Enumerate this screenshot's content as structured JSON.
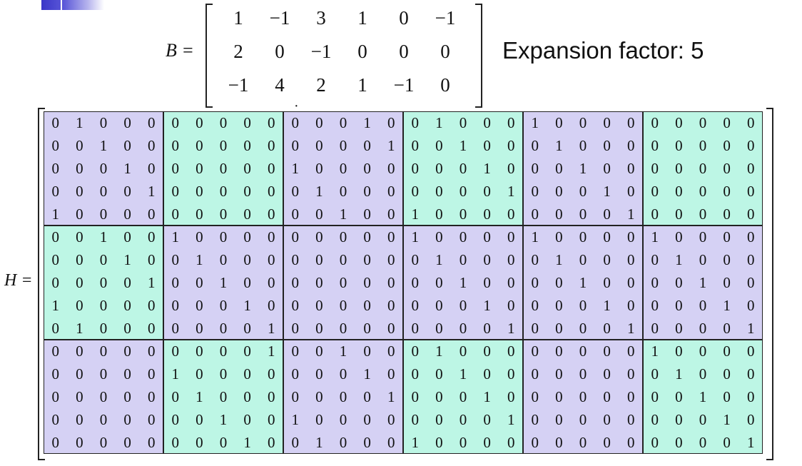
{
  "b_matrix": {
    "label": "B =",
    "rows": [
      [
        "1",
        "−1",
        "3",
        "1",
        "0",
        "−1"
      ],
      [
        "2",
        "0",
        "−1",
        "0",
        "0",
        "0"
      ],
      [
        "−1",
        "4",
        "2",
        "1",
        "−1",
        "0"
      ]
    ]
  },
  "expansion_text": "Expansion factor: 5",
  "h_matrix": {
    "label": "H =",
    "block_colors": {
      "purple": "#d5d1f4",
      "green": "#bdf6e5"
    },
    "block_pattern": [
      [
        "p",
        "g",
        "p",
        "g",
        "p",
        "g"
      ],
      [
        "g",
        "p",
        "p",
        "p",
        "p",
        "p"
      ],
      [
        "p",
        "g",
        "p",
        "g",
        "p",
        "g"
      ]
    ],
    "rows": [
      "010000000000010010001000000000",
      "001000000000001001000100000000",
      "000100000010000000100010000000",
      "000010000001000000010001000000",
      "100000000000100100000000100000",
      "001001000000000100001000010000",
      "000100100000000010000100001000",
      "000010010000000001000010000100",
      "100000001000000000100001000010",
      "010000000100000000010000100001",
      "000000000100100010000000010000",
      "000001000000010001000000001000",
      "000000100000001000100000000100",
      "000000010010000000010000000010",
      "000000001001000100000000000001"
    ]
  }
}
